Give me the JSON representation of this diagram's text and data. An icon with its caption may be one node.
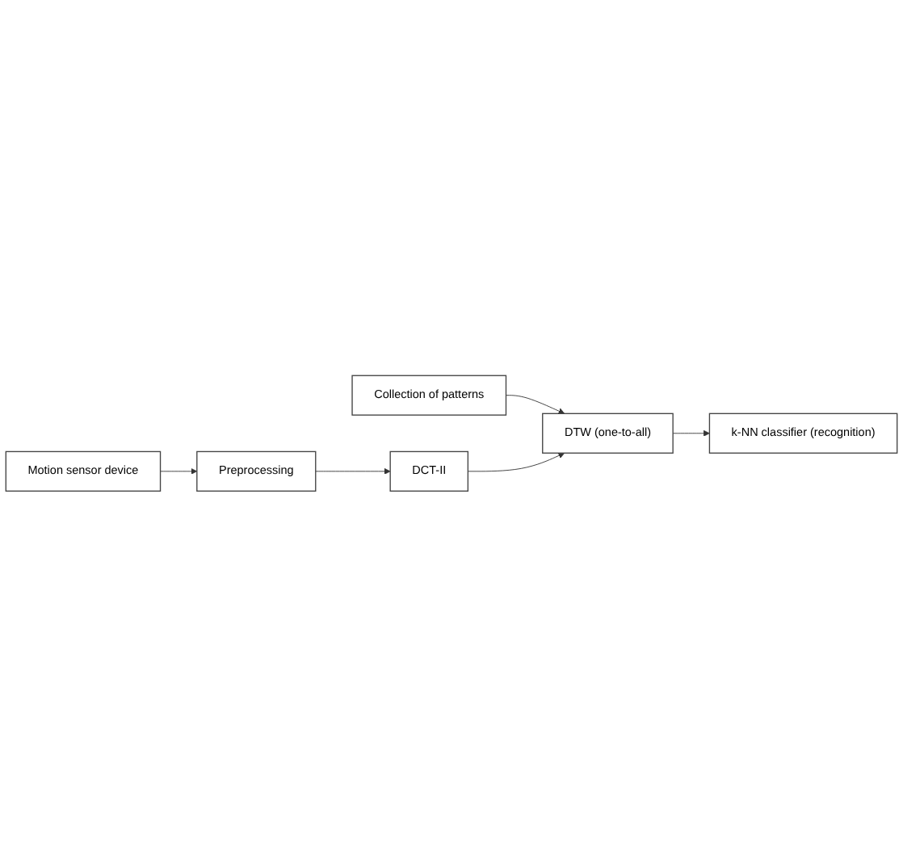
{
  "diagram": {
    "nodes": [
      {
        "text": [
          "Motion sensor device"
        ]
      },
      {
        "text": [
          "Collection of patterns"
        ]
      },
      {
        "text": [
          "Preprocessing"
        ]
      },
      {
        "text": [
          "DCT-II"
        ]
      },
      {
        "text": [
          "DTW (one-to-all)"
        ]
      },
      {
        "text": [
          "k-NN classifier (recognition)"
        ]
      }
    ],
    "edges": [
      {
        "from": 0,
        "to": 2,
        "arrow": "to"
      },
      {
        "from": 1,
        "to": 4,
        "arrow": "to"
      },
      {
        "from": 2,
        "to": 3,
        "arrow": "to"
      },
      {
        "from": 3,
        "to": 4,
        "arrow": "to"
      },
      {
        "from": 4,
        "to": 5,
        "arrow": "to"
      }
    ]
  }
}
